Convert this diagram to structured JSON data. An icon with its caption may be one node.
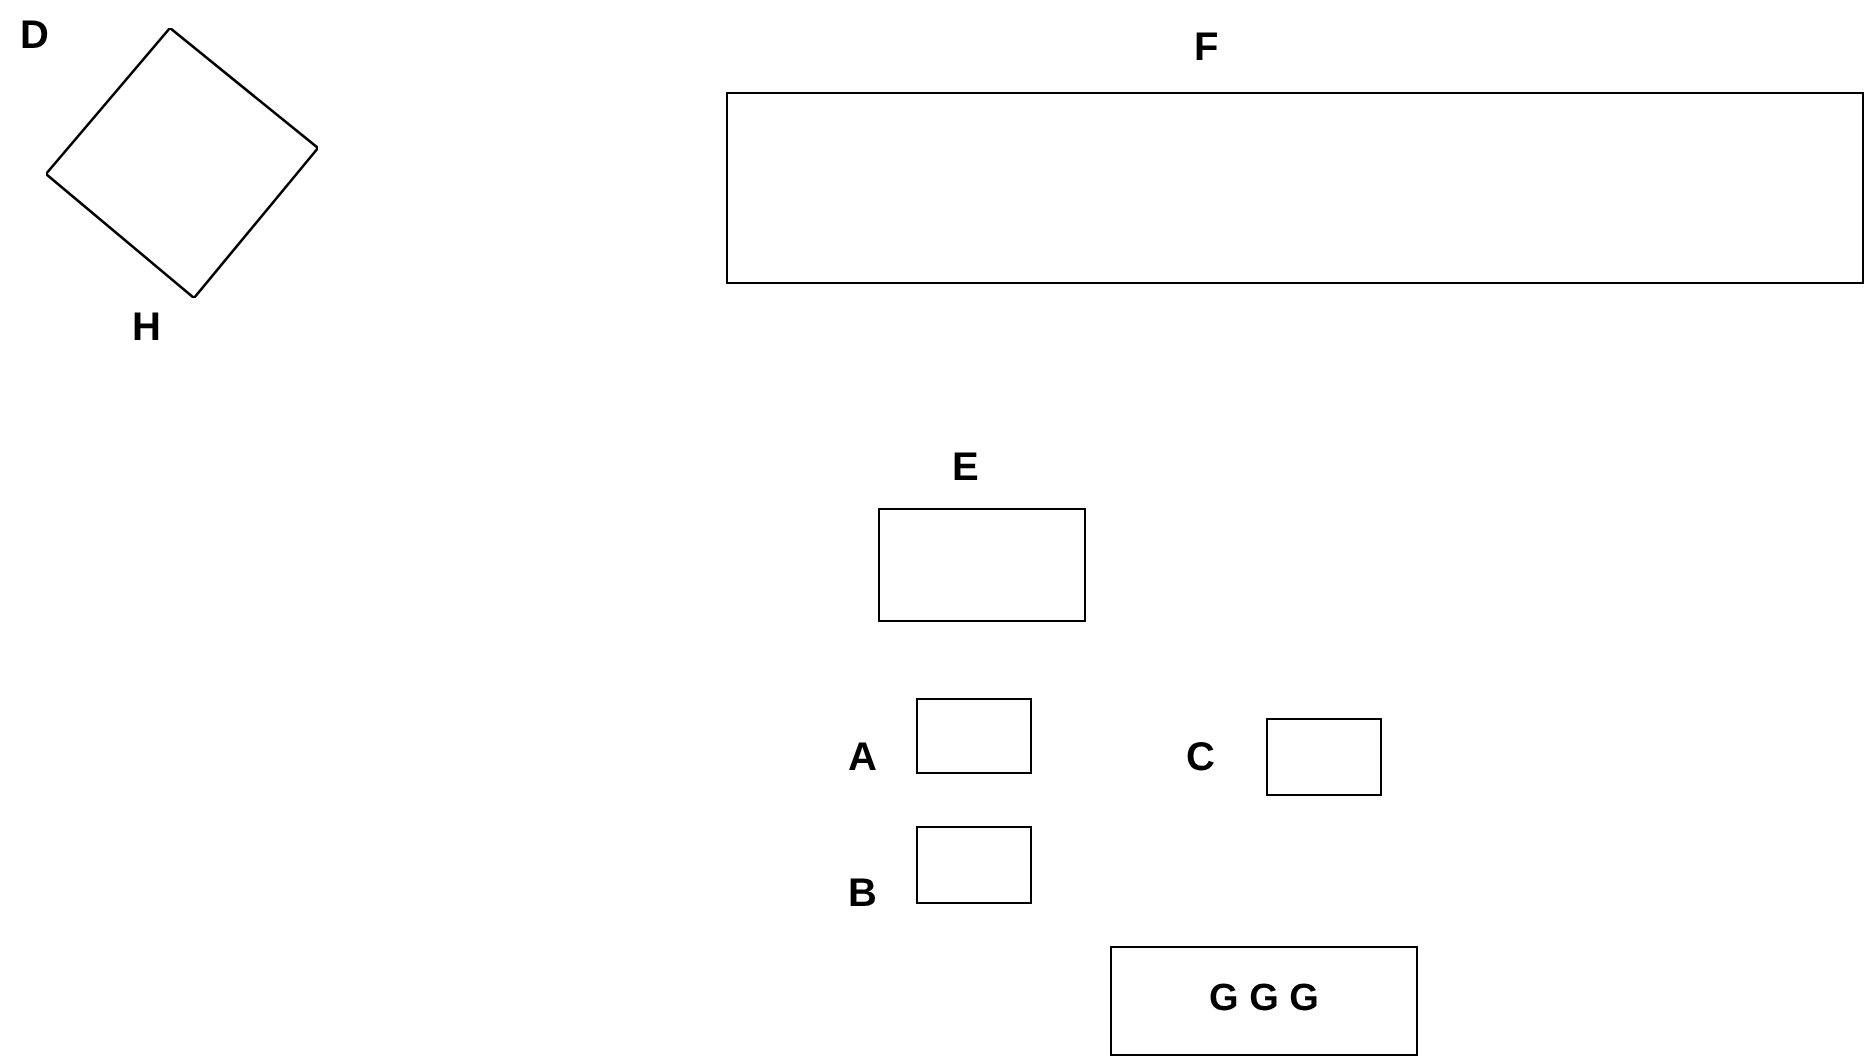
{
  "diagram": {
    "nodes": [
      {
        "text": [
          "D",
          "H"
        ]
      },
      {
        "text": [
          "F"
        ]
      },
      {
        "text": [
          "E"
        ]
      },
      {
        "text": [
          "A"
        ]
      },
      {
        "text": [
          "C"
        ]
      },
      {
        "text": [
          "B"
        ]
      },
      {
        "text": [
          "G G G"
        ]
      }
    ]
  }
}
